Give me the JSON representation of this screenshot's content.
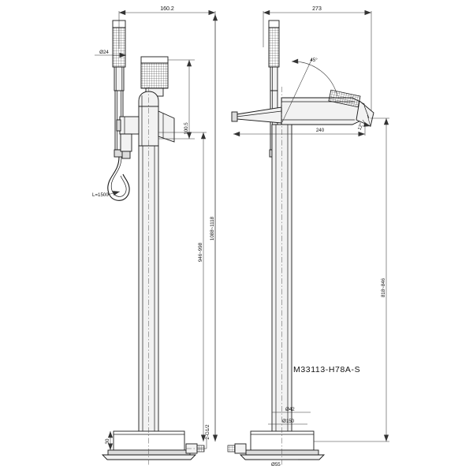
{
  "drawing": {
    "type": "technical-drawing",
    "subject": "Floor standing bath shower mixer tap with handshower",
    "model_code": "M33113-H78A-S",
    "background": "#ffffff",
    "line_color": "#1a1a1a",
    "views": [
      {
        "id": "front-view",
        "position": "left"
      },
      {
        "id": "side-view",
        "position": "right"
      }
    ]
  },
  "dimensions": {
    "front_view": {
      "overall_width": "160.2",
      "handshower_diameter": "Ø24",
      "spout_height_from_body": "100.5",
      "hose_length": "L=1500",
      "spout_height_range": "946~998",
      "total_height_range": "1088~1118",
      "base_height": "30",
      "inlet_thread": "2-G1/2"
    },
    "side_view": {
      "overall_depth": "273",
      "handshower_angle": "45°",
      "spout_projection": "240",
      "spout_outlet_angle": "12°",
      "body_height_range": "818~846",
      "column_diameter": "Ø42",
      "cover_plate_diameter": "Ø150",
      "base_disc_diameter": "Ø55"
    }
  },
  "labels": {
    "width_160": "160.2",
    "dia24": "Ø24",
    "h1005": "100.5",
    "hose": "L=1500",
    "h946": "946~998",
    "h1088": "1088~1118",
    "base30": "30",
    "thread": "2-G1/2",
    "depth273": "273",
    "ang45": "45°",
    "proj240": "240",
    "ang12": "12°",
    "h818": "818~846",
    "dia42": "Ø42",
    "dia150": "Ø150",
    "dia55": "Ø55",
    "model": "M33113-H78A-S"
  }
}
